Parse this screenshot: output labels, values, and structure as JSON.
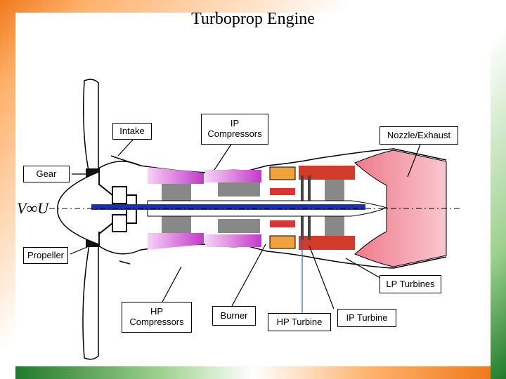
{
  "title": "Turboprop Engine",
  "labels": {
    "intake": "Intake",
    "ip_compressors": "IP\nCompressors",
    "nozzle": "Nozzle/Exhaust",
    "gear": "Gear",
    "propeller": "Propeller",
    "lp_turbines": "LP Turbines",
    "hp_compressors": "HP\nCompressors",
    "burner": "Burner",
    "hp_turbine": "HP Turbine",
    "ip_turbine": "IP Turbine"
  },
  "velocity": "V∞U",
  "colors": {
    "compressor": "#d24ad6",
    "turbine": "#d23a2a",
    "nozzle": "#f7b8c4",
    "shaft": "#1d2fb3",
    "casing": "#6d6d6d"
  }
}
